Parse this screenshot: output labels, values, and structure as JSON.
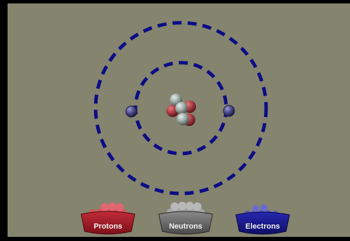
{
  "colors": {
    "background": "#84846f",
    "frame": "#000000",
    "orbit": "#0c0c86",
    "proton": "#a83a3e",
    "neutron": "#9aa7a2",
    "electron": "#4b4a86"
  },
  "atom": {
    "orbits": 2,
    "protons_in_nucleus": 3,
    "neutrons_in_nucleus": 4,
    "electrons_in_orbit": 2
  },
  "bins": [
    {
      "label": "Protons",
      "color": "#a01b27",
      "ball_color": "#d8505c"
    },
    {
      "label": "Neutrons",
      "color": "#6f6f6f",
      "ball_color": "#a5a5a5"
    },
    {
      "label": "Electrons",
      "color": "#19198d",
      "ball_color": "#5656c4"
    }
  ]
}
